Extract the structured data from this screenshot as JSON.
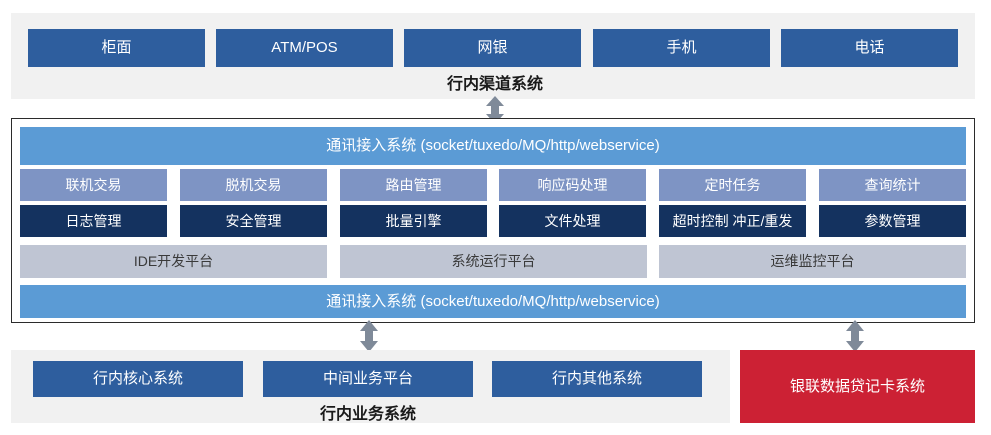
{
  "diagram": {
    "title_channel": "行内渠道系统",
    "title_business": "行内业务系统"
  },
  "channel_layer": {
    "caption": "行内渠道系统",
    "boxes": [
      {
        "label": "柜面"
      },
      {
        "label": "ATM/POS"
      },
      {
        "label": "网银"
      },
      {
        "label": "手机"
      },
      {
        "label": "电话"
      }
    ]
  },
  "platform_layer": {
    "comm_top": "通讯接入系统 (socket/tuxedo/MQ/http/webservice)",
    "comm_bottom": "通讯接入系统 (socket/tuxedo/MQ/http/webservice)",
    "modules_row1": [
      {
        "label": "联机交易"
      },
      {
        "label": "脱机交易"
      },
      {
        "label": "路由管理"
      },
      {
        "label": "响应码处理"
      },
      {
        "label": "定时任务"
      },
      {
        "label": "查询统计"
      }
    ],
    "modules_row2": [
      {
        "label": "日志管理"
      },
      {
        "label": "安全管理"
      },
      {
        "label": "批量引擎"
      },
      {
        "label": "文件处理"
      },
      {
        "label": "超时控制 冲正/重发"
      },
      {
        "label": "参数管理"
      }
    ],
    "platforms": [
      {
        "label": "IDE开发平台"
      },
      {
        "label": "系统运行平台"
      },
      {
        "label": "运维监控平台"
      }
    ]
  },
  "business_layer": {
    "caption": "行内业务系统",
    "boxes": [
      {
        "label": "行内核心系统"
      },
      {
        "label": "中间业务平台"
      },
      {
        "label": "行内其他系统"
      }
    ]
  },
  "external_layer": {
    "boxes": [
      {
        "label": "银联数据贷记卡系统"
      }
    ]
  },
  "connectors": [
    {
      "name": "channel-to-platform",
      "kind": "double-arrow-vertical"
    },
    {
      "name": "platform-to-business",
      "kind": "double-arrow-vertical"
    },
    {
      "name": "platform-to-external",
      "kind": "double-arrow-vertical"
    }
  ],
  "colors": {
    "channel_blue": "#2e5e9e",
    "comm_blue": "#5b9bd5",
    "module_light": "#7e94c4",
    "module_dark": "#14325f",
    "platform_gray": "#bfc5d3",
    "external_red": "#cc2134",
    "panel_bg": "#f1f1f1",
    "arrow_gray": "#7f8a99"
  }
}
